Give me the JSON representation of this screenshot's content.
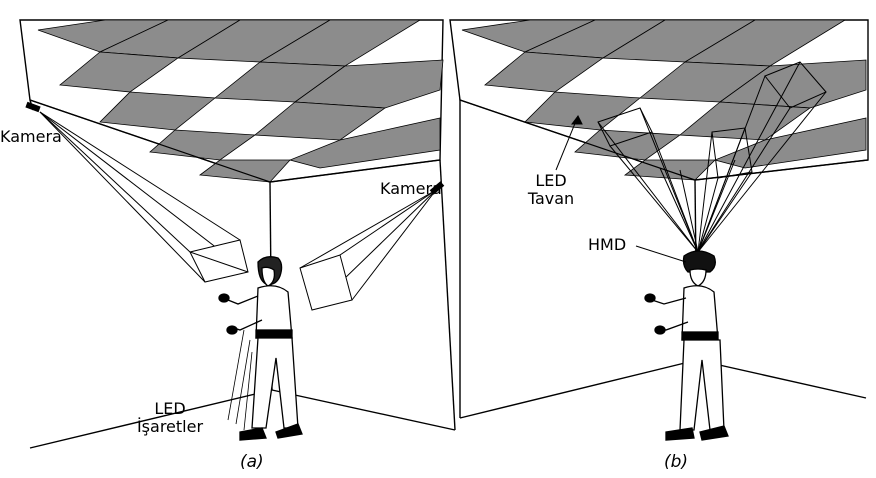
{
  "panels": {
    "a": {
      "caption": "(a)",
      "camera_left_label": "Kamera",
      "camera_right_label": "Kamera",
      "markers_label_line1": "LED",
      "markers_label_line2": "İşaretler"
    },
    "b": {
      "caption": "(b)",
      "ceiling_label_line1": "LED",
      "ceiling_label_line2": "Tavan",
      "hmd_label": "HMD"
    }
  },
  "colors": {
    "tile_dark": "#8c8c8c",
    "tile_light": "#ffffff",
    "line": "#000000"
  }
}
